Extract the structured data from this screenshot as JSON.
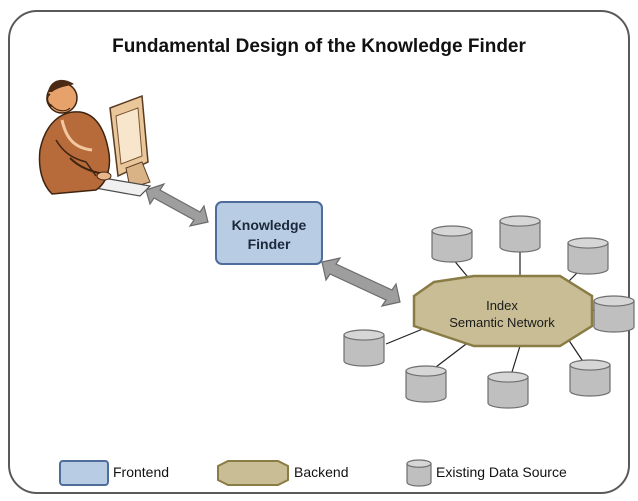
{
  "title": "Fundamental Design of the Knowledge Finder",
  "frontend_node": {
    "line1": "Knowledge",
    "line2": "Finder"
  },
  "backend_node": {
    "line1": "Index",
    "line2": "Semantic Network"
  },
  "legend": {
    "frontend": "Frontend",
    "backend": "Backend",
    "data_source": "Existing Data Source"
  },
  "colors": {
    "frontend_fill": "#b8cce4",
    "frontend_stroke": "#4f6d9b",
    "backend_fill": "#c8bd94",
    "backend_stroke": "#8a7c45",
    "data_source_fill": "#bfbfbf",
    "arrow_fill": "#9e9e9e"
  },
  "icons": {
    "user": "person-at-computer-icon",
    "data_source": "database-cylinder-icon"
  }
}
